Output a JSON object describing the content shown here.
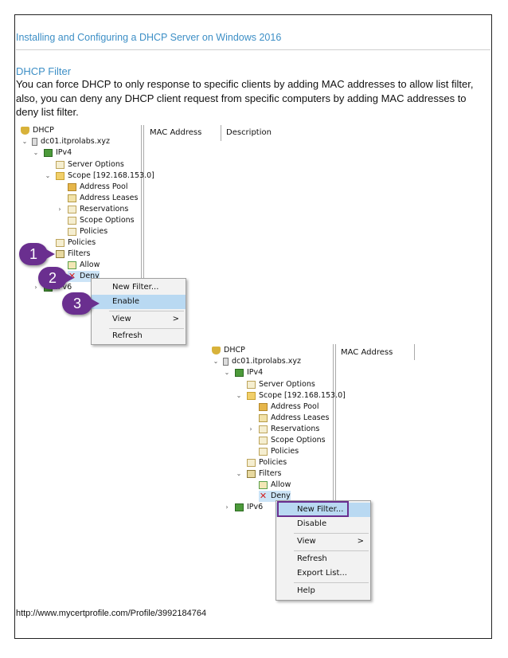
{
  "document": {
    "header": "Installing and Configuring a DHCP Server on Windows 2016",
    "section_title": "DHCP Filter",
    "paragraph": "You can force DHCP to only response to specific clients by adding MAC addresses to allow list filter, also, you can deny any DHCP client request from specific computers by adding MAC addresses to deny list filter.",
    "footer": "http://www.mycertprofile.com/Profile/3992184764"
  },
  "tree": {
    "dhcp": "DHCP",
    "server": "dc01.itprolabs.xyz",
    "ipv4": "IPv4",
    "server_options": "Server Options",
    "scope": "Scope [192.168.153.0]",
    "address_pool": "Address Pool",
    "address_leases": "Address Leases",
    "reservations": "Reservations",
    "scope_options": "Scope Options",
    "scope_policies": "Policies",
    "policies": "Policies",
    "filters": "Filters",
    "allow": "Allow",
    "deny": "Deny",
    "ipv6": "IPv6"
  },
  "columns": {
    "mac": "MAC Address",
    "description": "Description"
  },
  "menu1": {
    "new_filter": "New Filter...",
    "enable": "Enable",
    "view": "View",
    "refresh": "Refresh",
    "submenu_arrow": ">"
  },
  "menu2": {
    "new_filter": "New Filter...",
    "disable": "Disable",
    "view": "View",
    "refresh": "Refresh",
    "export_list": "Export List...",
    "help": "Help",
    "submenu_arrow": ">"
  },
  "callouts": [
    "1",
    "2",
    "3"
  ],
  "colors": {
    "heading_blue": "#3d8fc6",
    "callout_purple": "#6a2f8f",
    "menu_highlight": "#b9d9f2"
  },
  "icons": [
    "trophy-icon",
    "server-icon",
    "ipv-icon",
    "folder-icon",
    "options-icon",
    "pool-icon",
    "lease-icon",
    "reservations-icon",
    "policies-icon",
    "filter-icon",
    "allow-icon",
    "deny-icon",
    "chevron-icon"
  ]
}
